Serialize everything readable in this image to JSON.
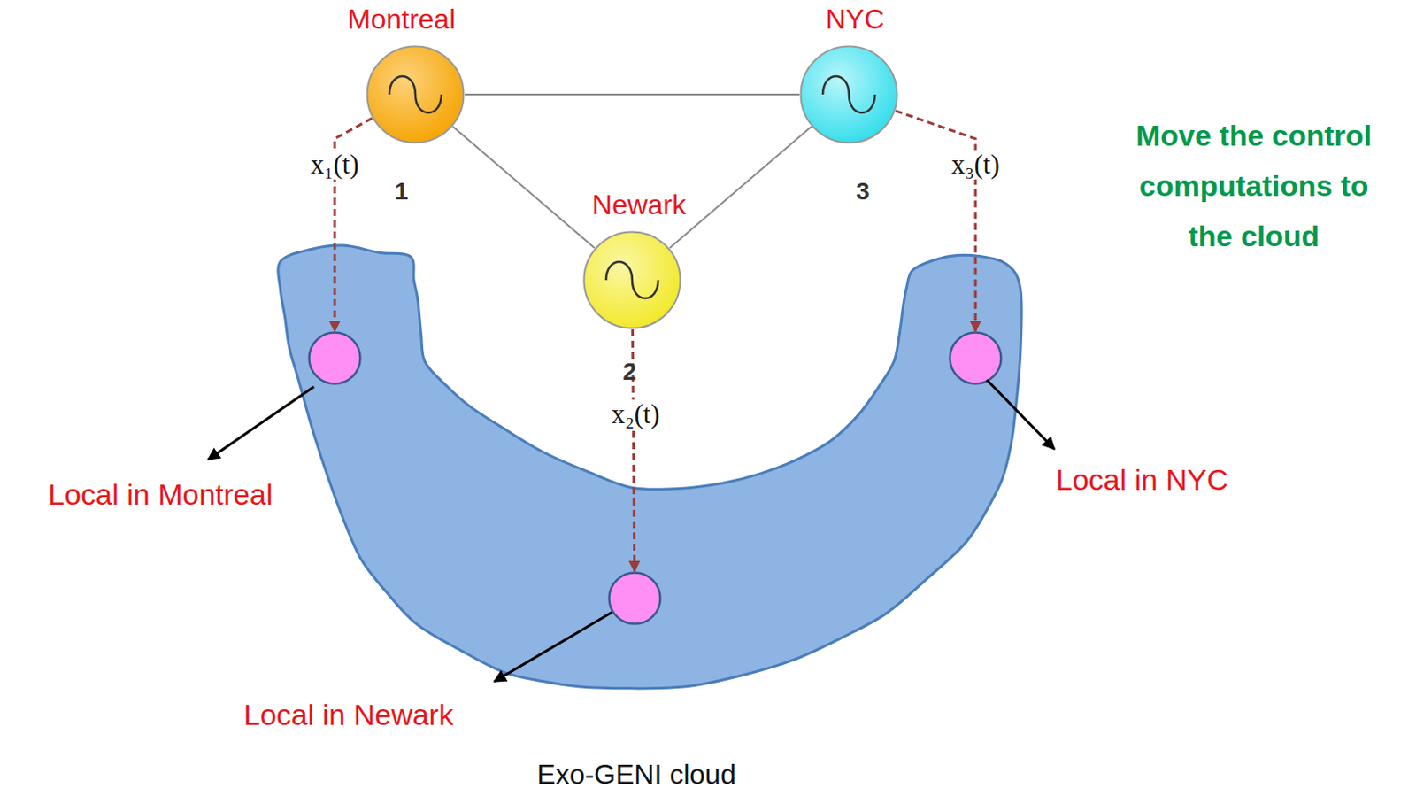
{
  "diagram": {
    "nodes": [
      {
        "text": [
          "Montreal",
          "1"
        ]
      },
      {
        "text": [
          "NYC",
          "3"
        ]
      },
      {
        "text": [
          "Newark",
          "2"
        ]
      },
      {
        "text": [
          "Exo-GENI cloud"
        ]
      },
      {
        "text": [
          "Local in Montreal"
        ],
        "in": 3
      },
      {
        "text": [
          "Local in NYC"
        ],
        "in": 3
      },
      {
        "text": [
          "Local in Newark"
        ],
        "in": 3
      }
    ],
    "edges": [
      {
        "from": 0,
        "to": 1,
        "arrow": "none"
      },
      {
        "from": 0,
        "to": 2,
        "arrow": "none"
      },
      {
        "from": 2,
        "to": 1,
        "arrow": "none"
      },
      {
        "from": 0,
        "to": 4,
        "label": "x₁(t)",
        "arrow": "to"
      },
      {
        "from": 1,
        "to": 5,
        "label": "x₃(t)",
        "arrow": "to"
      },
      {
        "from": 2,
        "to": 6,
        "label": "x₂(t)",
        "arrow": "to"
      }
    ],
    "labels": [
      "Move the control computations to the cloud"
    ]
  }
}
